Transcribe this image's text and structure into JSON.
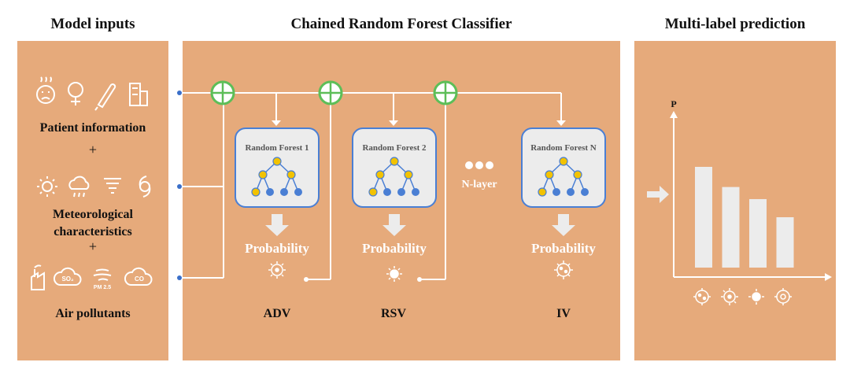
{
  "headers": {
    "inputs": "Model inputs",
    "classifier": "Chained Random Forest Classifier",
    "prediction": "Multi-label prediction"
  },
  "inputs": {
    "patient": "Patient information",
    "plus1": "+",
    "meteo_line1": "Meteorological",
    "meteo_line2": "characteristics",
    "plus2": "+",
    "air": "Air pollutants",
    "pm_text": "PM 2.5",
    "so2_text": "SO₂",
    "co_text": "CO"
  },
  "classifier": {
    "forests": [
      {
        "title": "Random Forest 1",
        "prob": "Probability",
        "label": "ADV"
      },
      {
        "title": "Random Forest 2",
        "prob": "Probability",
        "label": "RSV"
      },
      {
        "title": "Random Forest N",
        "prob": "Probability",
        "label": "IV"
      }
    ],
    "nlayer": "N-layer"
  },
  "prediction": {
    "y_label": "P"
  },
  "chart_data": {
    "type": "bar",
    "categories": [
      "",
      "",
      "",
      ""
    ],
    "values": [
      1.0,
      0.8,
      0.68,
      0.5
    ],
    "ylabel": "P"
  }
}
